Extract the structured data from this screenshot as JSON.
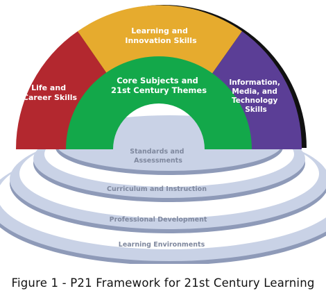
{
  "diagram": {
    "arcs": {
      "life_career": {
        "lines": [
          "Life and",
          "Career Skills"
        ],
        "color": "#b3282f"
      },
      "learning_innovation": {
        "lines": [
          "Learning and",
          "Innovation Skills"
        ],
        "color": "#e6ab2e"
      },
      "info_media_tech": {
        "lines": [
          "Information,",
          "Media, and",
          "Technology",
          "Skills"
        ],
        "color": "#5b3e96"
      },
      "core_subjects": {
        "lines": [
          "Core Subjects and",
          "21st Century Themes"
        ],
        "color": "#13a84a"
      }
    },
    "rings": {
      "standards": {
        "lines": [
          "Standards and",
          "Assessments"
        ]
      },
      "curriculum": {
        "label": "Curriculum and Instruction"
      },
      "professional": {
        "label": "Professional Development"
      },
      "environments": {
        "label": "Learning Environments"
      },
      "ring_color": "#c9d2e6",
      "ring_shadow_color": "#8e9ab8"
    }
  },
  "caption": "Figure 1 - P21 Framework for 21st Century Learning"
}
